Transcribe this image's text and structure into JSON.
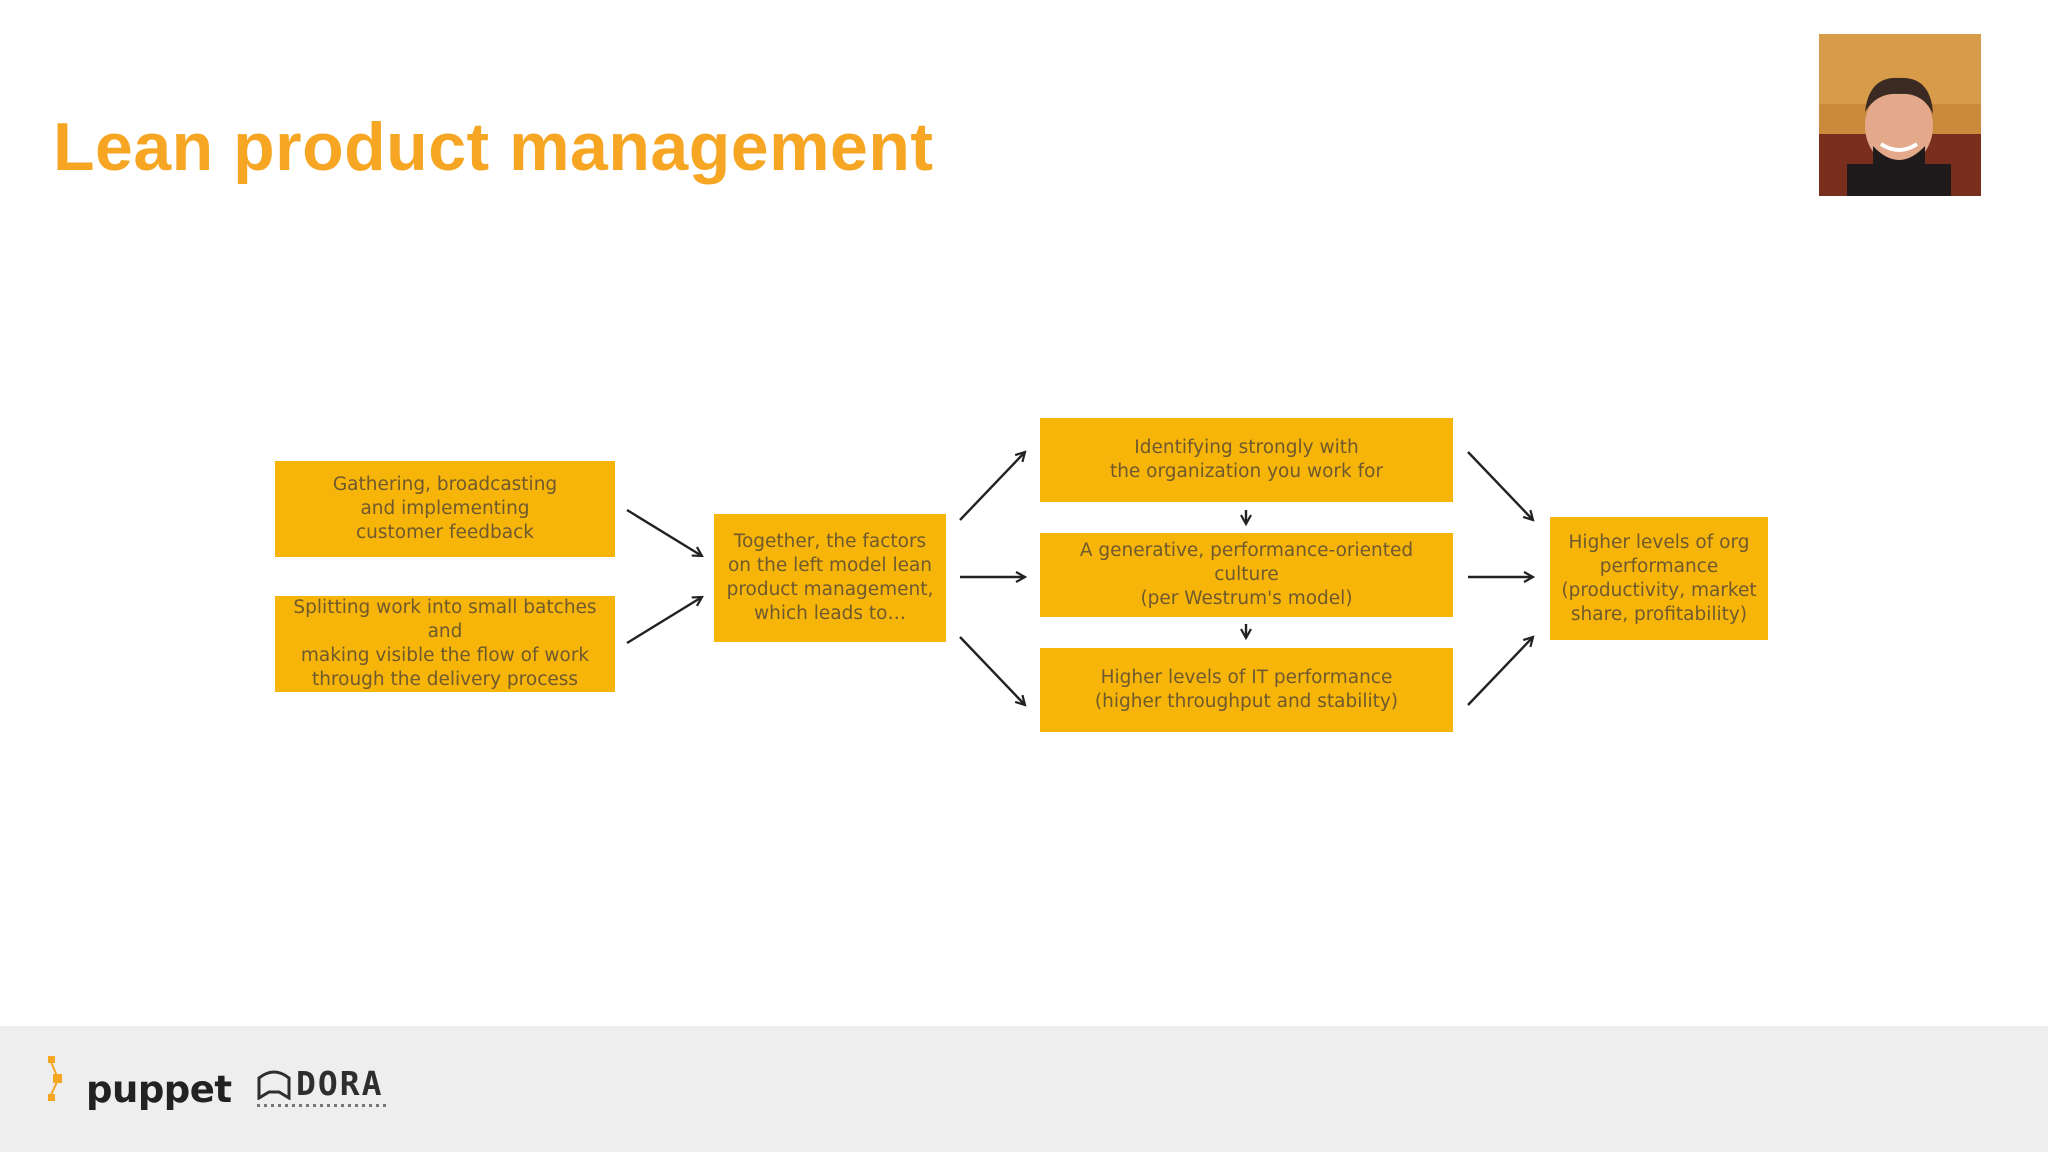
{
  "slide": {
    "title": "Lean product management"
  },
  "diagram": {
    "inputs": [
      "Gathering, broadcasting\nand implementing\ncustomer feedback",
      "Splitting work into small batches and\nmaking visible the flow of work\nthrough the delivery process"
    ],
    "middle": "Together, the factors\non the left model lean\nproduct management,\nwhich leads to…",
    "outcomes": [
      "Identifying strongly with\nthe organization you work for",
      "A generative, performance-oriented culture\n(per Westrum's model)",
      "Higher levels of IT performance\n(higher throughput and stability)"
    ],
    "result": "Higher levels of org\nperformance\n(productivity, market\nshare, profitability)",
    "box_color": "#F7B409",
    "text_color": "#6E5A2E"
  },
  "footer": {
    "puppet_label": "puppet",
    "dora_label": "DORA",
    "puppet_color": "#F6A623"
  },
  "colors": {
    "title": "#F6A623",
    "footer_bg": "#EEEEEE"
  }
}
